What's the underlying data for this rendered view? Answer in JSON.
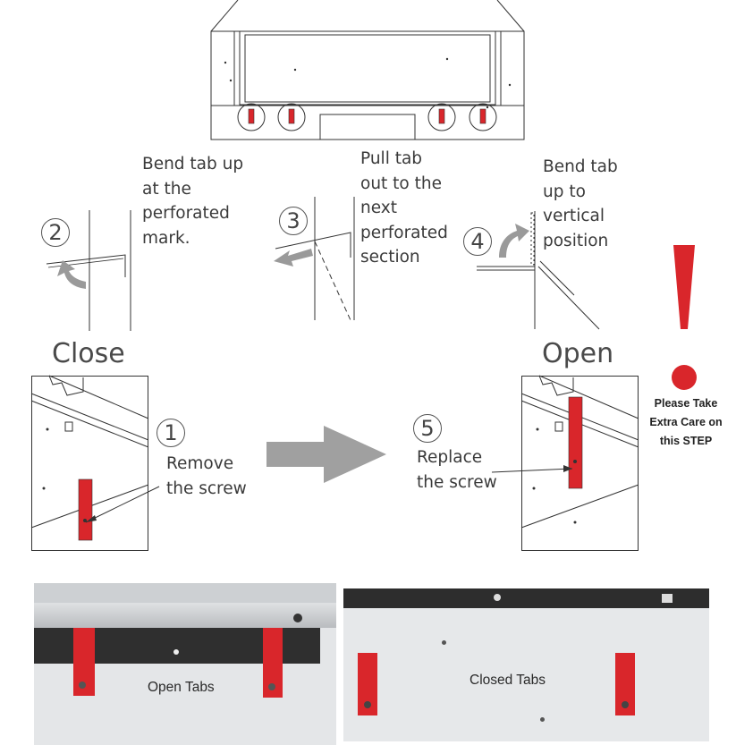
{
  "steps": [
    {
      "number": "2",
      "text": "Bend tab up\nat the\nperforated\nmark."
    },
    {
      "number": "3",
      "text": "Pull tab\nout to the\nnext\nperforated\nsection"
    },
    {
      "number": "4",
      "text": "Bend tab\nup to\nvertical\nposition"
    },
    {
      "number": "1",
      "text": "Remove\nthe screw"
    },
    {
      "number": "5",
      "text": "Replace\nthe screw"
    }
  ],
  "labels": {
    "close": "Close",
    "open": "Open"
  },
  "warning": {
    "symbol": "!",
    "text": "Please Take\nExtra Care on\nthis STEP"
  },
  "photos": {
    "open_caption": "Open Tabs",
    "closed_caption": "Closed Tabs"
  },
  "colors": {
    "tab_red": "#d9262b",
    "arrow_gray": "#9a9a9a",
    "panel_gray": "#e4e6e8"
  }
}
